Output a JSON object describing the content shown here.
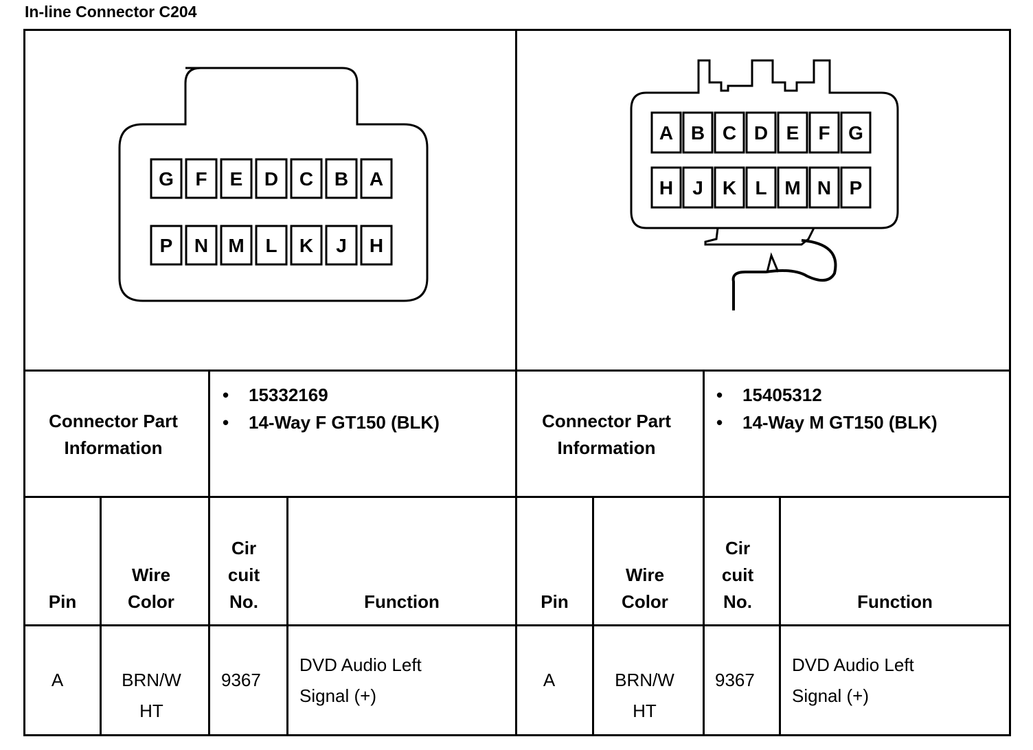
{
  "title": "In-line Connector C204",
  "left": {
    "pins_top": [
      "G",
      "F",
      "E",
      "D",
      "C",
      "B",
      "A"
    ],
    "pins_bottom": [
      "P",
      "N",
      "M",
      "L",
      "K",
      "J",
      "H"
    ],
    "part_label": "Connector Part Information",
    "part_items": [
      "15332169",
      "14-Way F GT150 (BLK)"
    ]
  },
  "right": {
    "pins_top": [
      "A",
      "B",
      "C",
      "D",
      "E",
      "F",
      "G"
    ],
    "pins_bottom": [
      "H",
      "J",
      "K",
      "L",
      "M",
      "N",
      "P"
    ],
    "part_label": "Connector Part Information",
    "part_items": [
      "15405312",
      "14-Way M GT150 (BLK)"
    ]
  },
  "columns": {
    "pin": "Pin",
    "wire_color": "Wire Color",
    "circuit_no": "Cir cuit No.",
    "function": "Function"
  },
  "rows": [
    {
      "pin": "A",
      "wire_color": "BRN/W HT",
      "circuit": "9367",
      "function": "DVD Audio Left Signal (+)"
    }
  ]
}
